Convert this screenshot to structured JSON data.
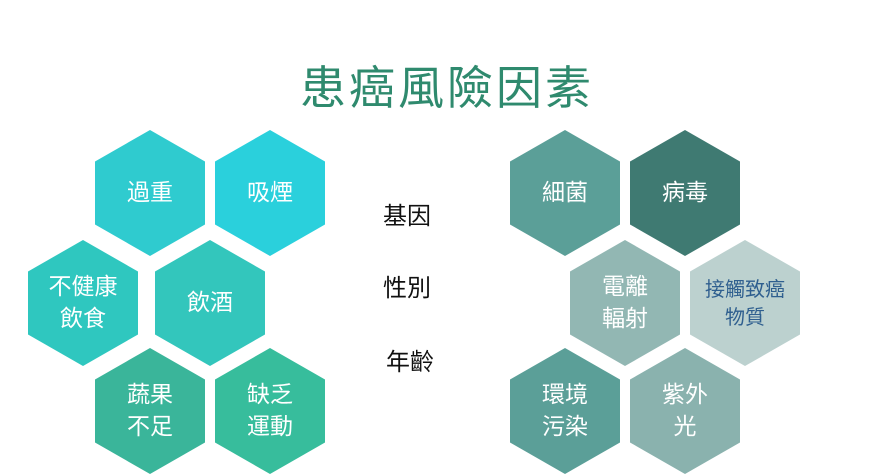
{
  "title": {
    "text": "患癌風險因素",
    "color": "#2f8a6e"
  },
  "left_factors": [
    {
      "label": "過重",
      "color": "#2fcbcf"
    },
    {
      "label": "吸煙",
      "color": "#2ad0dc"
    },
    {
      "label": "不健康\n飲食",
      "color": "#2fc7bf"
    },
    {
      "label": "飲酒",
      "color": "#33c6bc"
    },
    {
      "label": "蔬果\n不足",
      "color": "#3ab59a"
    },
    {
      "label": "缺乏\n運動",
      "color": "#37bd9c"
    }
  ],
  "middle_factors": [
    {
      "label": "基因"
    },
    {
      "label": "性別"
    },
    {
      "label": "年齡"
    }
  ],
  "right_factors": [
    {
      "label": "細菌",
      "color": "#5b9f98"
    },
    {
      "label": "病毒",
      "color": "#3f7a72"
    },
    {
      "label": "電離\n輻射",
      "color": "#92b7b3"
    },
    {
      "label": "接觸致癌\n物質",
      "color": "#bcd1cf",
      "text_color": "#2f5f8f"
    },
    {
      "label": "環境\n污染",
      "color": "#5b9f98"
    },
    {
      "label": "紫外\n光",
      "color": "#8ab2ae"
    }
  ]
}
